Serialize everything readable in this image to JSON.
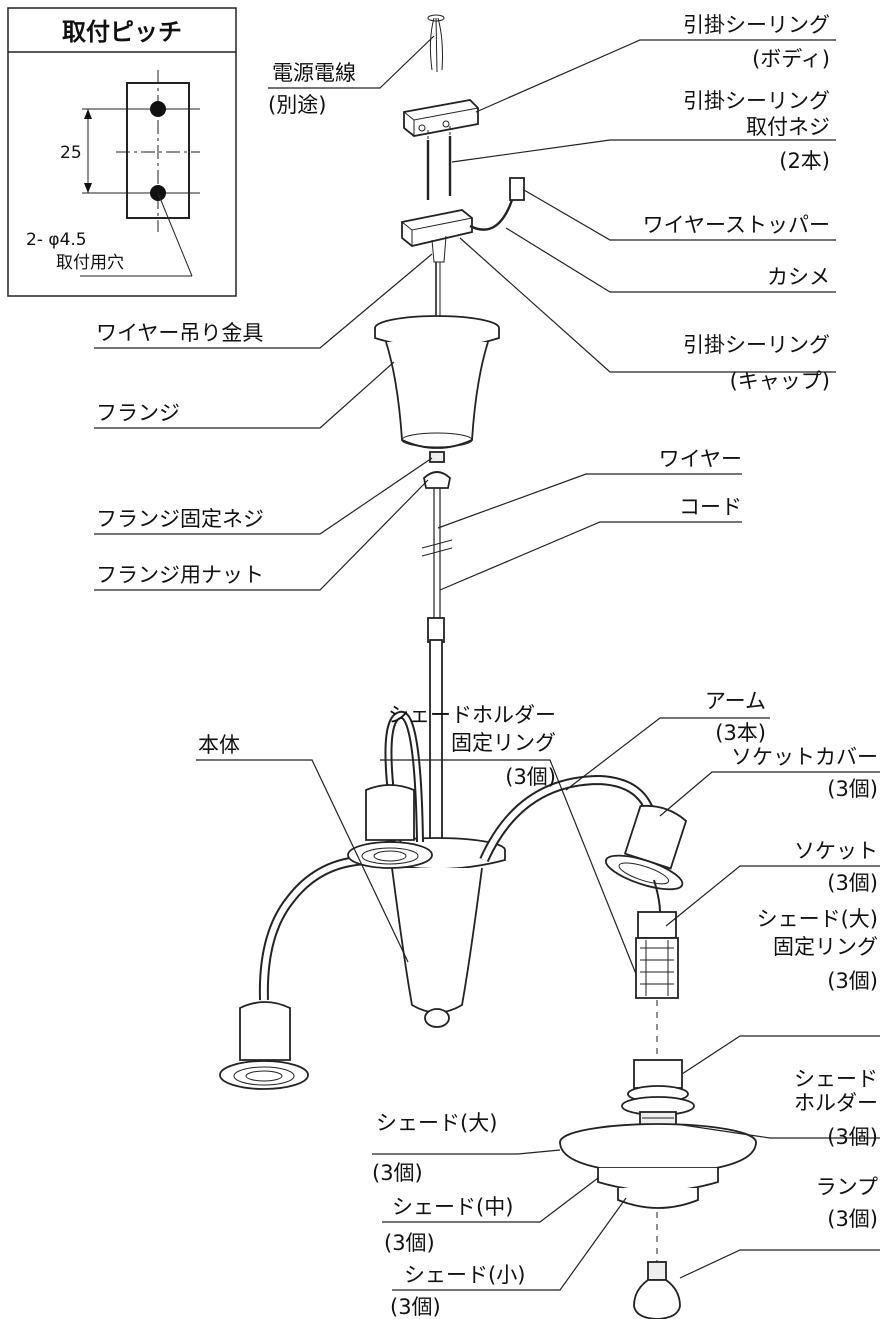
{
  "pitch_box": {
    "title": "取付ピッチ",
    "dimension": "25",
    "hole_spec": "2- φ4.5",
    "hole_label": "取付用穴"
  },
  "labels": {
    "power_wire": "電源電線",
    "power_wire_sub": "(別途)",
    "ceiling_body": "引掛シーリング",
    "ceiling_body_sub": "(ボディ)",
    "ceiling_screw": "引掛シーリング",
    "ceiling_screw_2": "取付ネジ",
    "ceiling_screw_sub": "(2本)",
    "wire_stopper": "ワイヤーストッパー",
    "kashime": "カシメ",
    "wire_hanger": "ワイヤー吊り金具",
    "ceiling_cap": "引掛シーリング",
    "ceiling_cap_sub": "(キャップ)",
    "flange": "フランジ",
    "wire": "ワイヤー",
    "cord": "コード",
    "flange_screw": "フランジ固定ネジ",
    "flange_nut": "フランジ用ナット",
    "arm": "アーム",
    "arm_sub": "(3本)",
    "socket_cover": "ソケットカバー",
    "socket_cover_sub": "(3個)",
    "socket": "ソケット",
    "socket_sub": "(3個)",
    "shade_large_ring": "シェード(大)",
    "shade_large_ring_2": "固定リング",
    "shade_large_ring_sub": "(3個)",
    "shade_holder_ring": "シェードホルダー",
    "shade_holder_ring_2": "固定リング",
    "shade_holder_ring_sub": "(3個)",
    "body": "本体",
    "shade_holder": "シェード",
    "shade_holder_2": "ホルダー",
    "shade_holder_sub": "(3個)",
    "shade_large": "シェード(大)",
    "shade_large_sub": "(3個)",
    "lamp": "ランプ",
    "lamp_sub": "(3個)",
    "shade_medium": "シェード(中)",
    "shade_medium_sub": "(3個)",
    "shade_small": "シェード(小)",
    "shade_small_sub": "(3個)"
  }
}
